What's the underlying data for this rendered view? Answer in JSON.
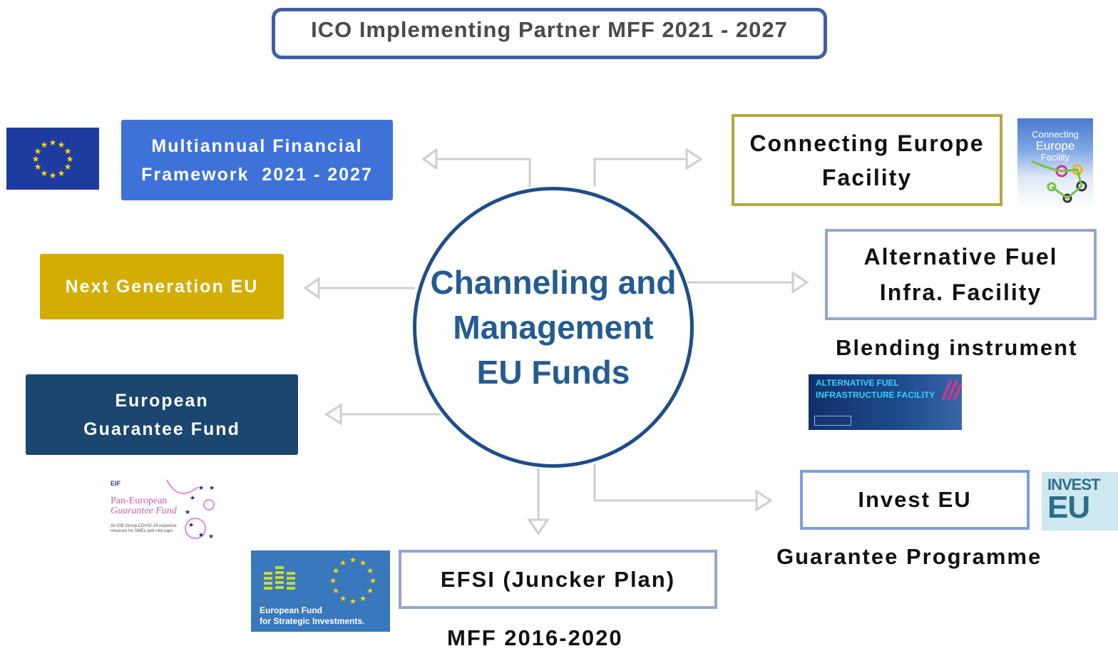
{
  "header": {
    "title": "ICO Implementing Partner MFF 2021 - 2027"
  },
  "center": {
    "line1": "Channeling and",
    "line2": "Management",
    "line3": "EU Funds"
  },
  "left_nodes": {
    "mff": {
      "line1": "Multiannual Financial",
      "line2": "Framework  2021 - 2027"
    },
    "ngeu": {
      "label": "Next Generation EU"
    },
    "egf": {
      "line1": "European",
      "line2": "Guarantee Fund"
    }
  },
  "right_nodes": {
    "cef": {
      "line1": "Connecting Europe",
      "line2": "Facility"
    },
    "afif": {
      "line1": "Alternative Fuel",
      "line2": "Infra. Facility",
      "caption": "Blending instrument"
    },
    "invest_eu": {
      "label": "Invest EU",
      "caption": "Guarantee Programme"
    }
  },
  "bottom_node": {
    "label": "EFSI (Juncker Plan)",
    "caption": "MFF 2016-2020"
  },
  "logos": {
    "eu_flag": {
      "icon": "eu-flag-icon"
    },
    "cef_logo": {
      "line1": "Connecting",
      "line2": "Europe",
      "line3": "Facility"
    },
    "afif_logo": {
      "line1": "ALTERNATIVE FUEL",
      "line2": "INFRASTRUCTURE FACILITY"
    },
    "invest_eu_logo": {
      "line1": "INVEST",
      "line2": "EU"
    },
    "efsi_logo": {
      "line1": "European Fund",
      "line2": "for Strategic Investments."
    },
    "pegf_logo": {
      "eif": "EIF",
      "line1": "Pan-European",
      "line2": "Guarantee Fund",
      "sub": "An EIB Group COVID-19 response measure for SMEs and mid-caps"
    }
  },
  "colors": {
    "title_border": "#3f5ea8",
    "circle_border": "#1e4e87",
    "circle_text": "#245b92",
    "mff_fill": "#3f72d9",
    "ngeu_fill": "#d4ad03",
    "egf_fill": "#1a4670",
    "cef_border": "#b8a63e",
    "afif_border": "#93a6ce",
    "invest_eu_border": "#7e9de0",
    "connector": "#cfcfcf"
  }
}
